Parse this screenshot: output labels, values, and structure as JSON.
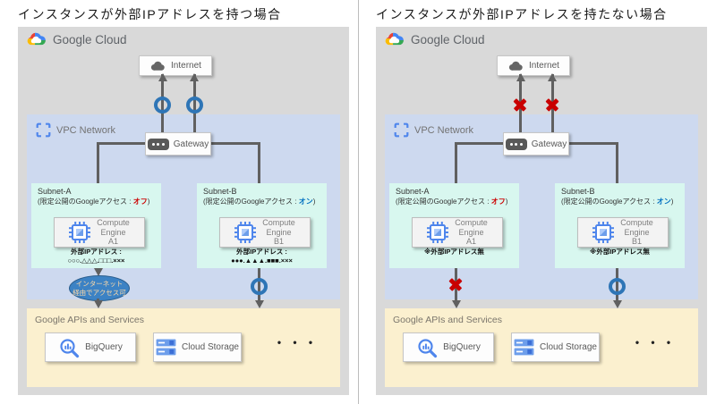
{
  "colors": {
    "panel_bg": "#d9d9d9",
    "vpc_bg": "#cdd9ef",
    "subnet_bg": "#d8f7ef",
    "apis_bg": "#fbf0cf",
    "allowed_ring": "#2e75b6",
    "blocked_x": "#c90000",
    "state_off": "#cc0000",
    "state_on": "#0070c0",
    "oval_bg": "#3c82c4"
  },
  "left": {
    "title": "インスタンスが外部IPアドレスを持つ場合",
    "brand": "Google Cloud",
    "internet": "Internet",
    "vpc": "VPC Network",
    "gateway": "Gateway",
    "subnet_a": {
      "name": "Subnet-A",
      "access_prefix": "(限定公開のGoogleアクセス : ",
      "access_state": "オフ",
      "access_suffix": ")",
      "vm": "Compute\nEngine\nA1",
      "ip_label": "外部IPアドレス :",
      "ip_value": "○○○.△△△.□□□.×××"
    },
    "subnet_b": {
      "name": "Subnet-B",
      "access_prefix": "(限定公開のGoogleアクセス : ",
      "access_state": "オン",
      "access_suffix": ")",
      "vm": "Compute\nEngine\nB1",
      "ip_label": "外部IPアドレス :",
      "ip_value": "●●●.▲▲▲.■■■.×××"
    },
    "oval_note": "インターネット\n経由でアクセス可",
    "apis": {
      "label": "Google APIs and Services",
      "bigquery": "BigQuery",
      "cloud_storage": "Cloud Storage",
      "more": "• • •"
    }
  },
  "right": {
    "title": "インスタンスが外部IPアドレスを持たない場合",
    "brand": "Google Cloud",
    "internet": "Internet",
    "vpc": "VPC Network",
    "gateway": "Gateway",
    "subnet_a": {
      "name": "Subnet-A",
      "access_prefix": "(限定公開のGoogleアクセス : ",
      "access_state": "オフ",
      "access_suffix": ")",
      "vm": "Compute\nEngine\nA1",
      "no_ip_note": "※外部IPアドレス無"
    },
    "subnet_b": {
      "name": "Subnet-B",
      "access_prefix": "(限定公開のGoogleアクセス : ",
      "access_state": "オン",
      "access_suffix": ")",
      "vm": "Compute\nEngine\nB1",
      "no_ip_note": "※外部IPアドレス無"
    },
    "apis": {
      "label": "Google APIs and Services",
      "bigquery": "BigQuery",
      "cloud_storage": "Cloud Storage",
      "more": "• • •"
    }
  }
}
